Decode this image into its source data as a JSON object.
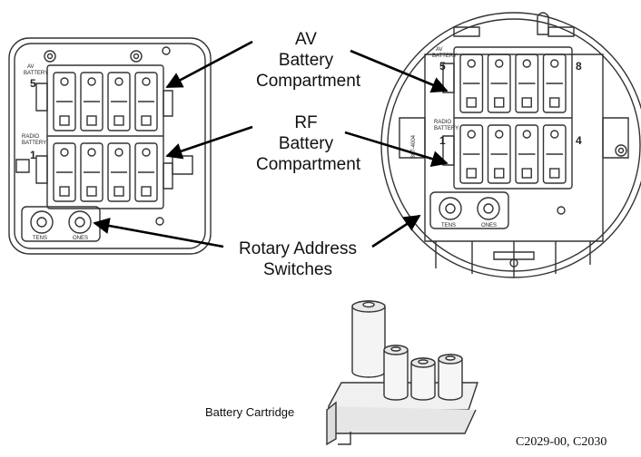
{
  "callouts": {
    "av": [
      "AV",
      "Battery",
      "Compartment"
    ],
    "rf": [
      "RF",
      "Battery",
      "Compartment"
    ],
    "rotary": [
      "Rotary Address",
      "Switches"
    ]
  },
  "cartridge_label": "Battery Cartridge",
  "figure_code": "C2029-00, C2030",
  "device_left": {
    "av_marking": [
      "AV",
      "BATTERY"
    ],
    "av_number": "5",
    "radio_marking": [
      "RADIO",
      "BATTERY"
    ],
    "radio_number": "1",
    "switch_labels": [
      "TENS",
      "ONES"
    ]
  },
  "device_right": {
    "av_marking": [
      "AV",
      "BATTERY"
    ],
    "av_numbers": [
      "5",
      "8"
    ],
    "radio_marking": [
      "RADIO",
      "BATTERY"
    ],
    "radio_numbers": [
      "1",
      "4"
    ],
    "switch_labels": [
      "TENS",
      "ONES"
    ],
    "side_marking": "B07-4004"
  }
}
